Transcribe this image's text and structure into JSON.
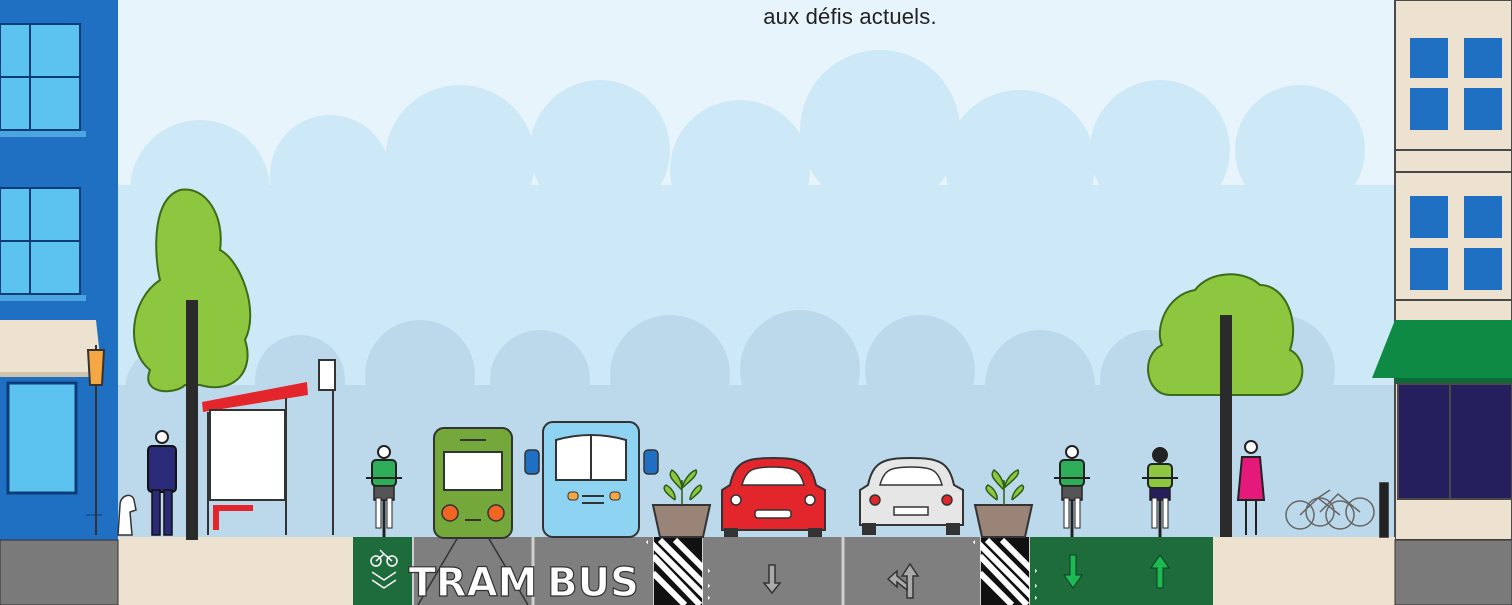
{
  "caption": "aux défis actuels.",
  "lanes": {
    "tram_label": "TRAM",
    "bus_label": "BUS"
  },
  "colors": {
    "sky": "#e8f4fb",
    "cloud_back": "#cde8f6",
    "cloud_front": "#bcd9ec",
    "sidewalk": "#ede2cf",
    "asphalt": "#808080",
    "bike_lane": "#1e6b3c",
    "building_left": "#1f6fc3",
    "building_right": "#ede2cf",
    "awning_green": "#0f8a45",
    "tree_green": "#8dc63f",
    "car_red": "#e3262b",
    "tram_green": "#74a83a",
    "bus_blue": "#8fd3f2"
  },
  "icons": [
    "bike-lane-icon",
    "down-arrow-icon",
    "left-turn-arrow-icon",
    "down-arrow-green-icon",
    "up-arrow-green-icon"
  ]
}
